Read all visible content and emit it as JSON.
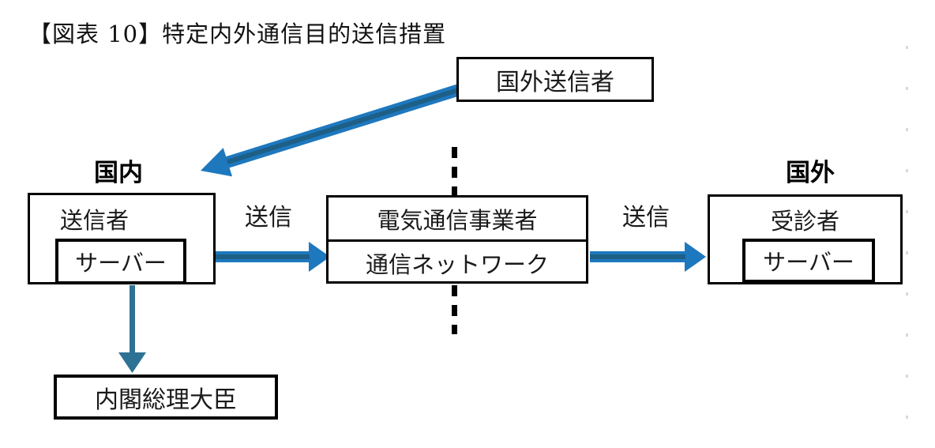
{
  "figure": {
    "title": "【図表 10】特定内外通信目的送信措置"
  },
  "regions": {
    "domestic_label": "国内",
    "foreign_label": "国外"
  },
  "nodes": {
    "foreign_sender": {
      "label": "国外送信者"
    },
    "sender": {
      "label": "送信者",
      "server_label": "サーバー"
    },
    "carrier": {
      "label": "電気通信事業者",
      "network_label": "通信ネットワーク"
    },
    "receiver": {
      "label": "受診者",
      "server_label": "サーバー"
    },
    "prime_minister": {
      "label": "内閣総理大臣"
    }
  },
  "edges": {
    "send_left_label": "送信",
    "send_right_label": "送信"
  },
  "colors": {
    "arrow_blue": "#1E78BE",
    "arrow_core": "#1D5F86",
    "down_arrow": "#2D7195",
    "line_black": "#000000"
  }
}
